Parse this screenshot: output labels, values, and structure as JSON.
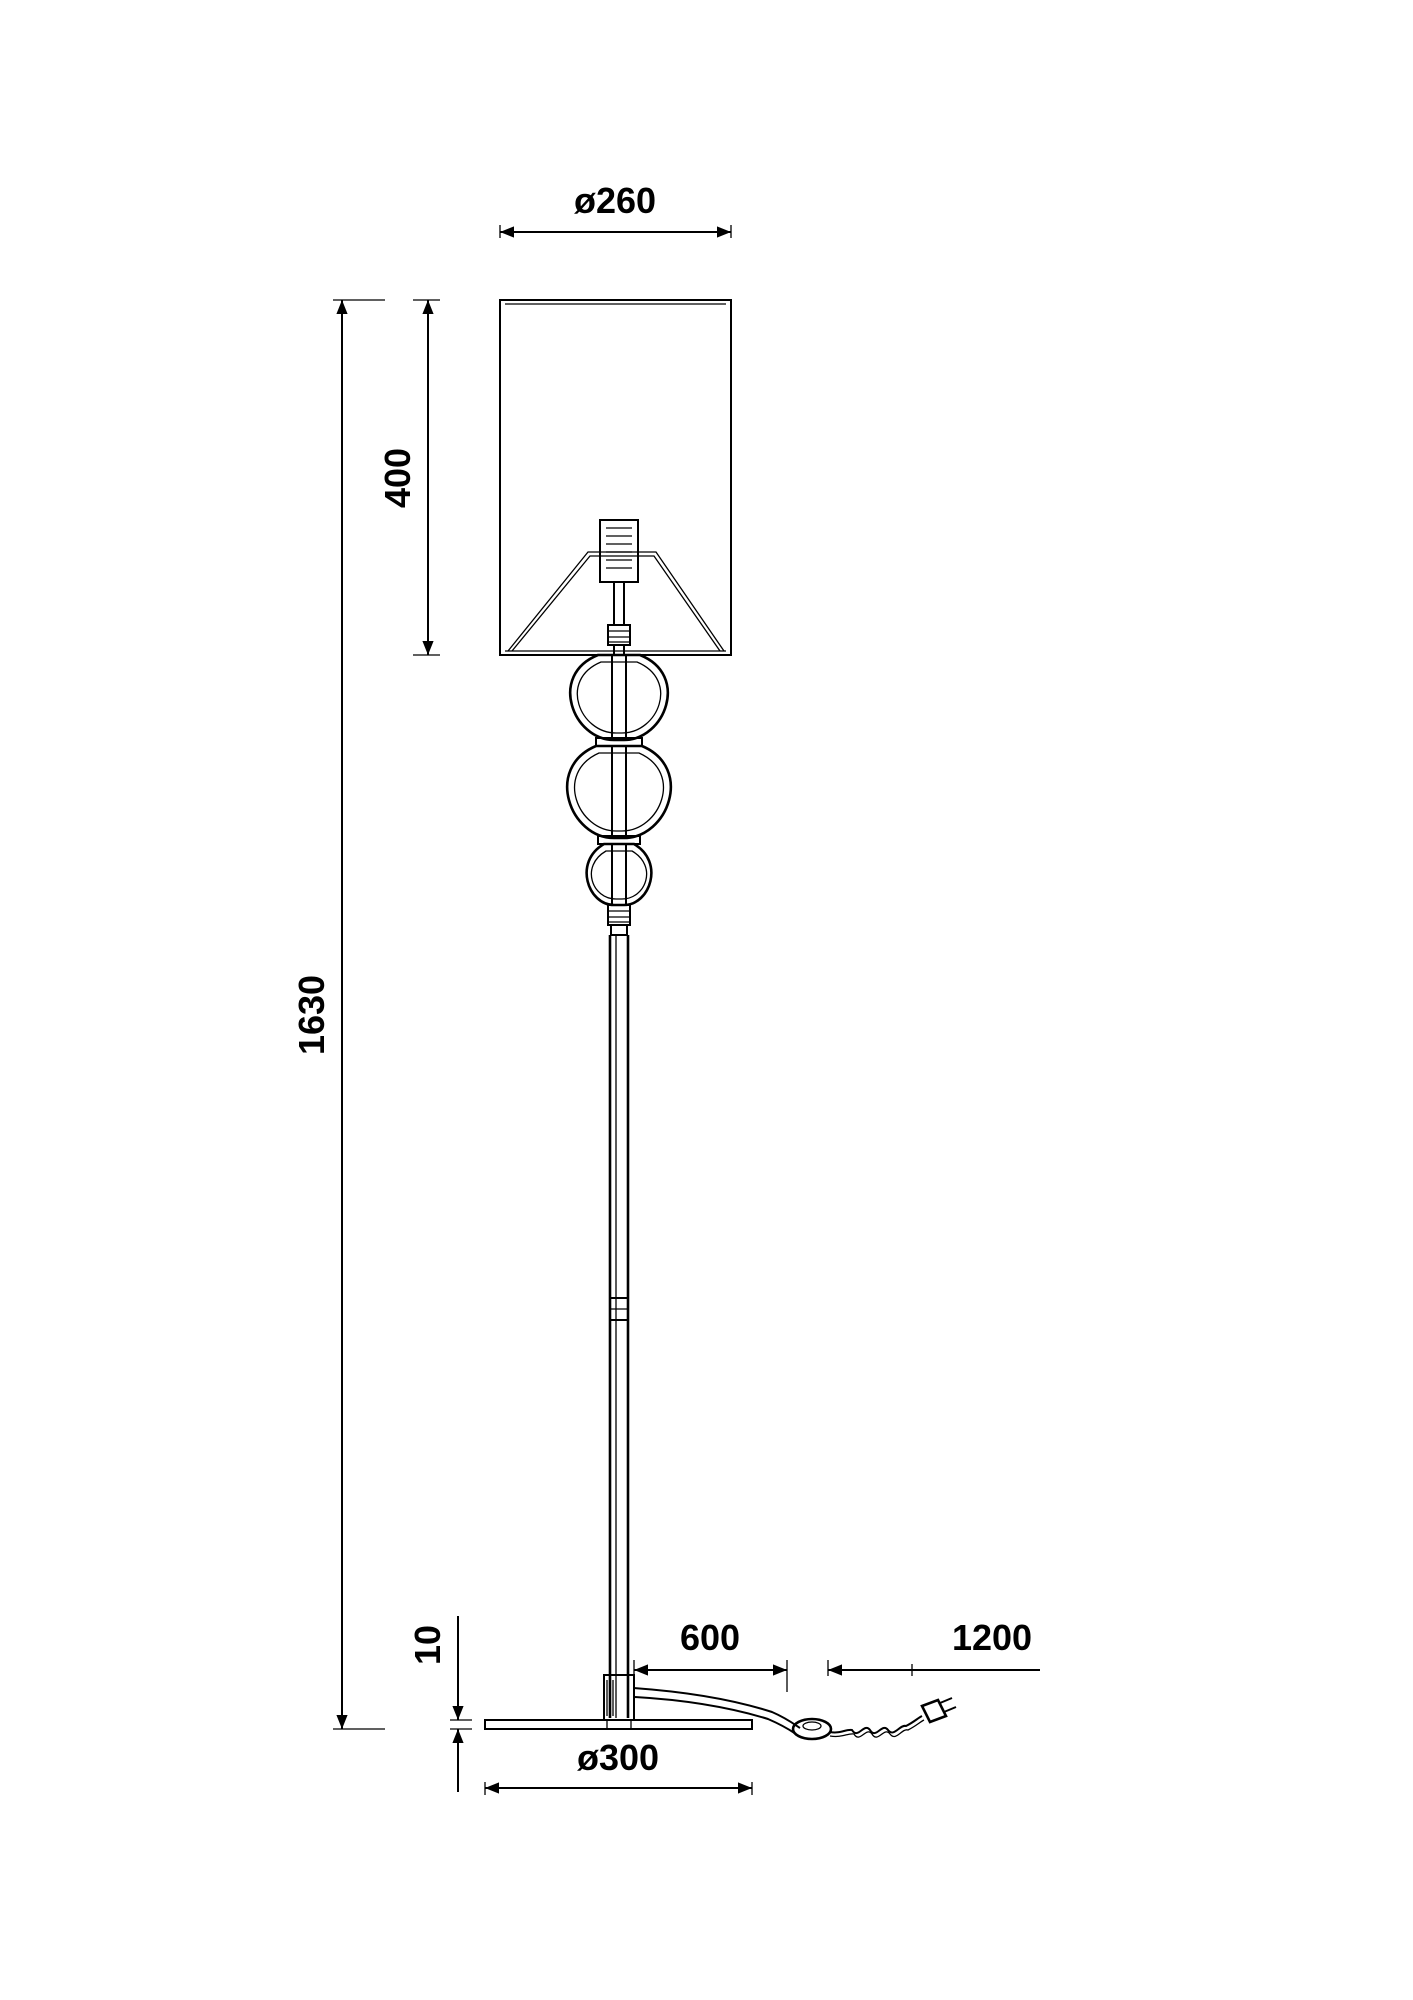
{
  "dimensions": {
    "shade_diameter": "ø260",
    "total_height": "1630",
    "shade_height": "400",
    "base_thickness": "10",
    "base_diameter": "ø300",
    "cord_to_switch": "600",
    "switch_to_plug": "1200"
  }
}
